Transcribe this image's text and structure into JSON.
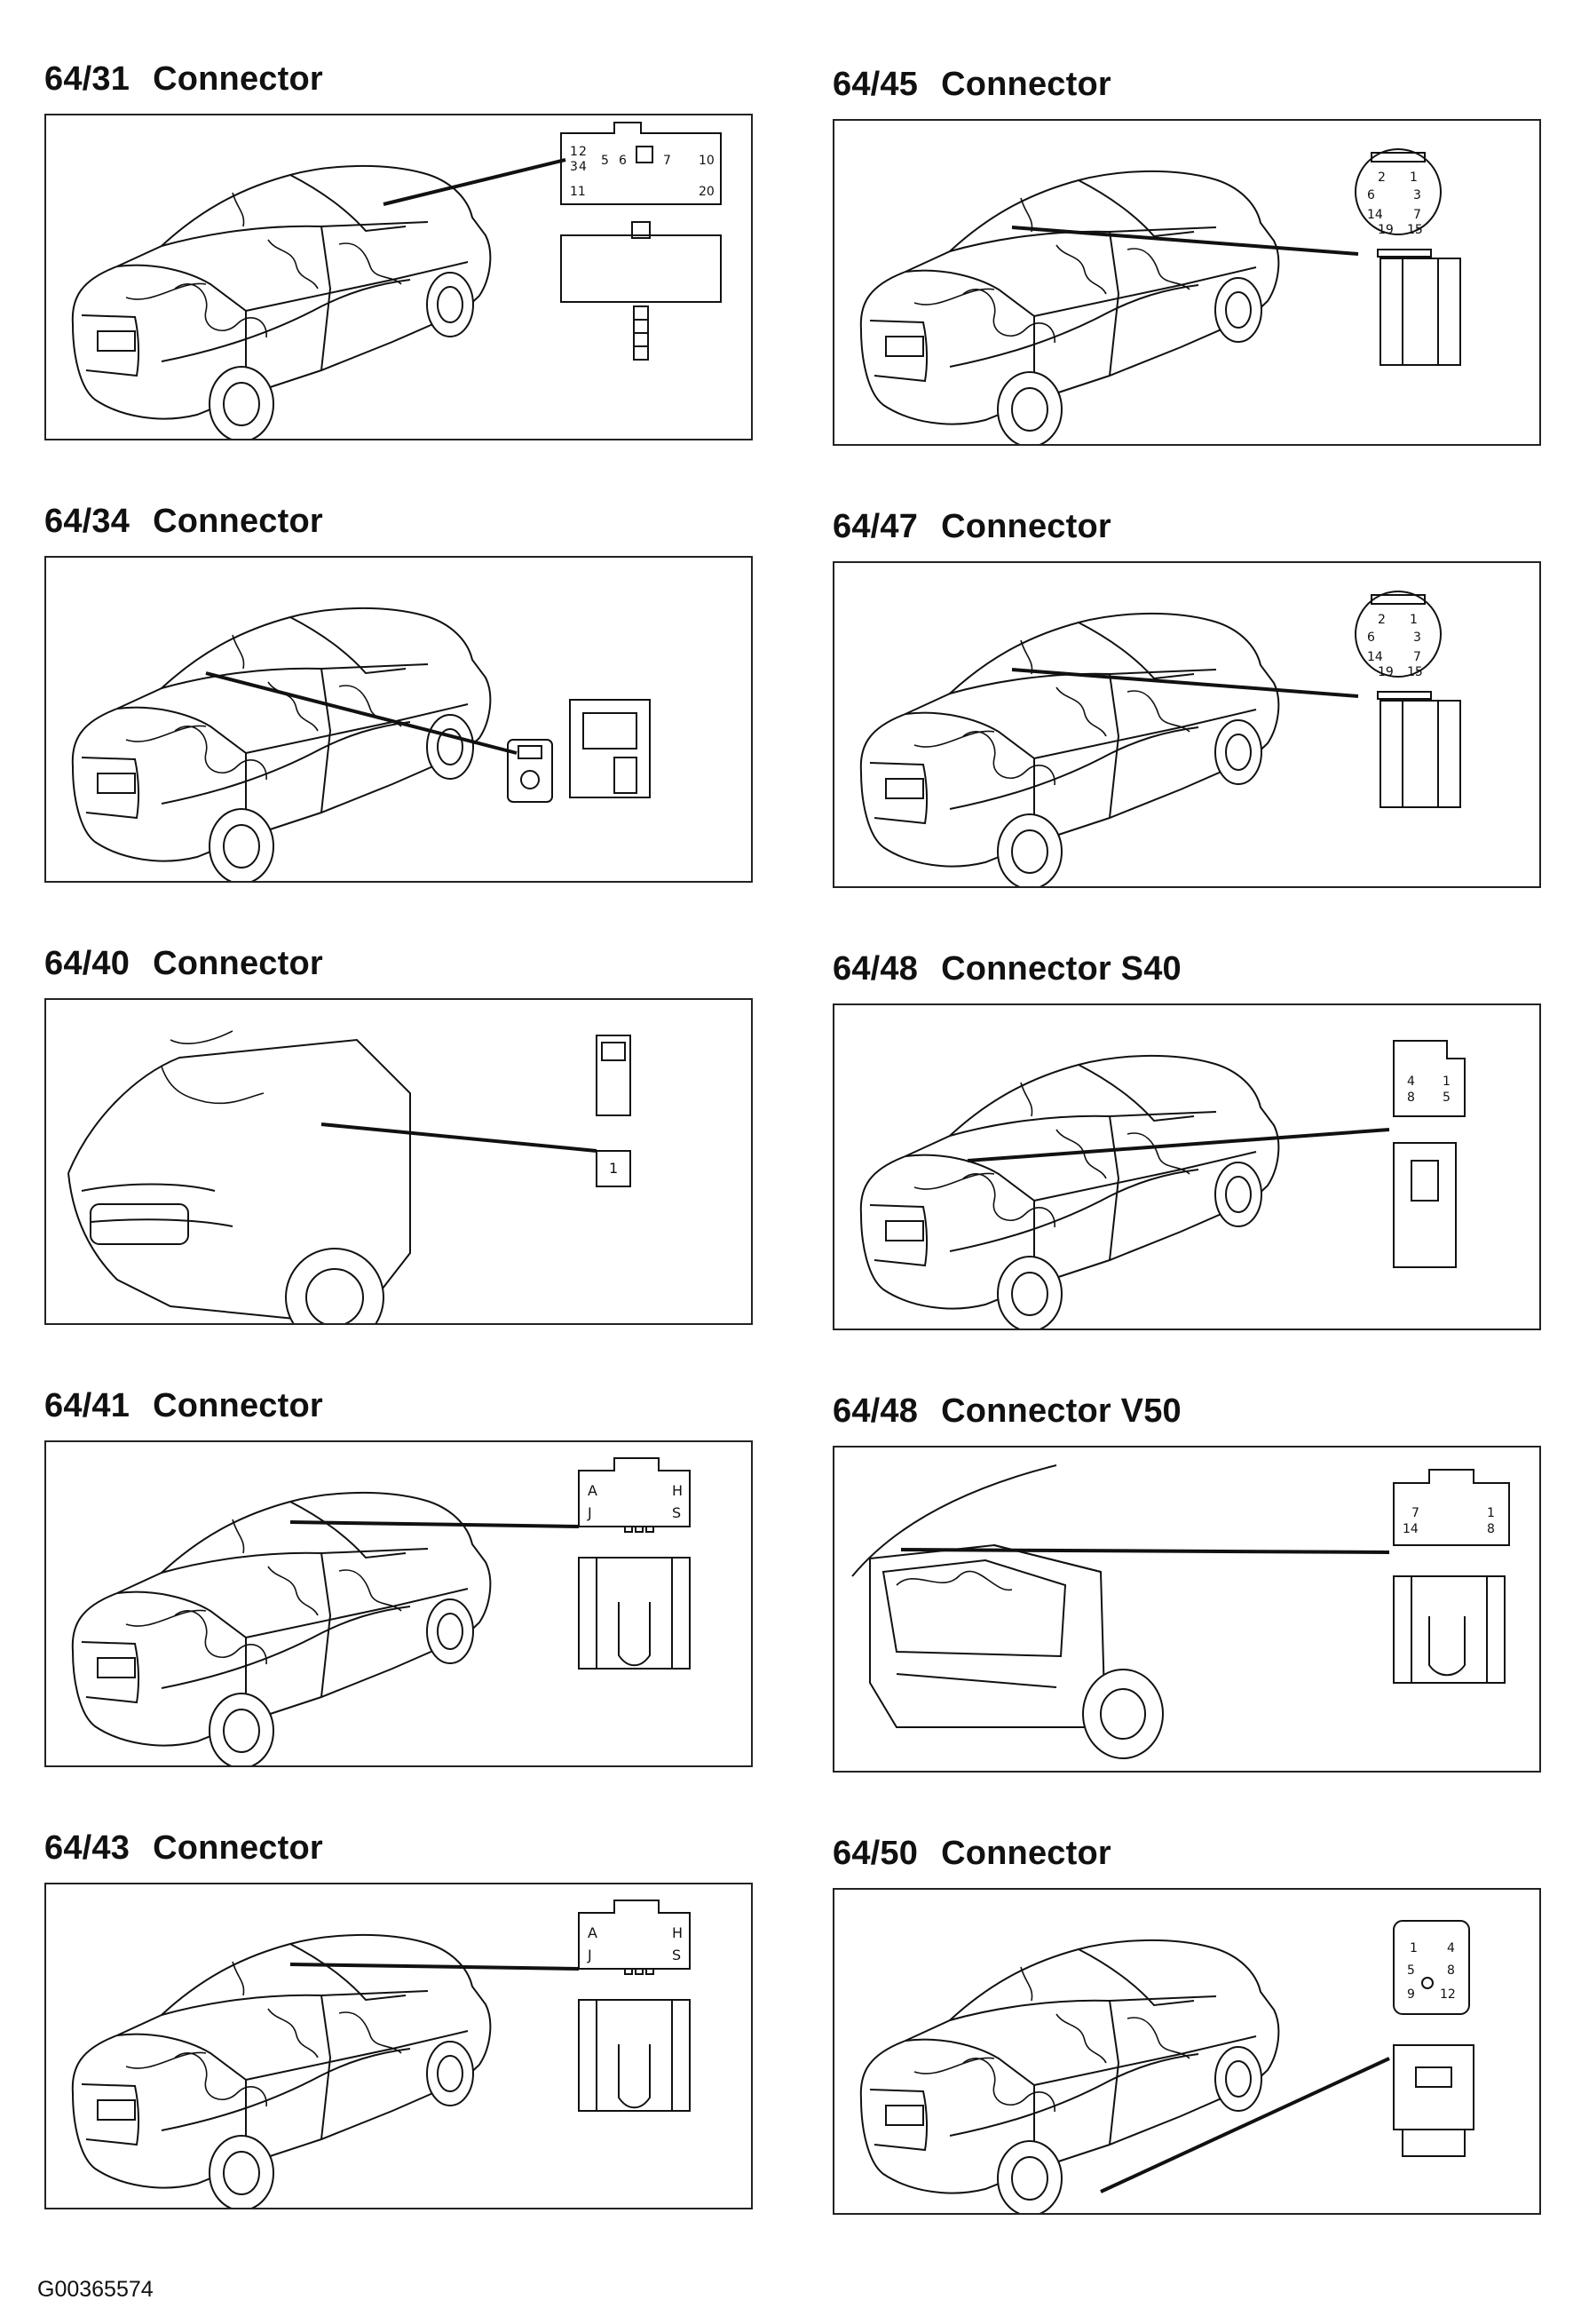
{
  "panels": [
    {
      "code": "64/31",
      "name": "Connector",
      "scene": "car",
      "conn": "c20",
      "pins": [
        "1",
        "2",
        "3",
        "4",
        "5",
        "6",
        "7",
        "10",
        "11",
        "20"
      ]
    },
    {
      "code": "64/34",
      "name": "Connector",
      "scene": "car",
      "conn": "coax",
      "pins": []
    },
    {
      "code": "64/40",
      "name": "Connector",
      "scene": "front",
      "conn": "single",
      "pins": [
        "1"
      ]
    },
    {
      "code": "64/41",
      "name": "Connector",
      "scene": "car",
      "conn": "ahjs",
      "pins": [
        "A",
        "H",
        "J",
        "S"
      ]
    },
    {
      "code": "64/43",
      "name": "Connector",
      "scene": "car",
      "conn": "ahjs",
      "pins": [
        "A",
        "H",
        "J",
        "S"
      ]
    },
    {
      "code": "64/45",
      "name": "Connector",
      "scene": "car",
      "conn": "round",
      "pins": [
        "2",
        "1",
        "6",
        "3",
        "14",
        "7",
        "19",
        "15"
      ]
    },
    {
      "code": "64/47",
      "name": "Connector",
      "scene": "car",
      "conn": "round",
      "pins": [
        "2",
        "1",
        "6",
        "3",
        "14",
        "7",
        "19",
        "15"
      ]
    },
    {
      "code": "64/48",
      "name": "Connector S40",
      "scene": "car",
      "conn": "c8",
      "pins": [
        "4",
        "8",
        "1",
        "5"
      ]
    },
    {
      "code": "64/48",
      "name": "Connector V50",
      "scene": "rear",
      "conn": "c14",
      "pins": [
        "7",
        "14",
        "1",
        "8"
      ]
    },
    {
      "code": "64/50",
      "name": "Connector",
      "scene": "car",
      "conn": "c12",
      "pins": [
        "1",
        "4",
        "5",
        "8",
        "9",
        "12"
      ]
    }
  ],
  "footer": {
    "figure_id": "G00365574"
  }
}
